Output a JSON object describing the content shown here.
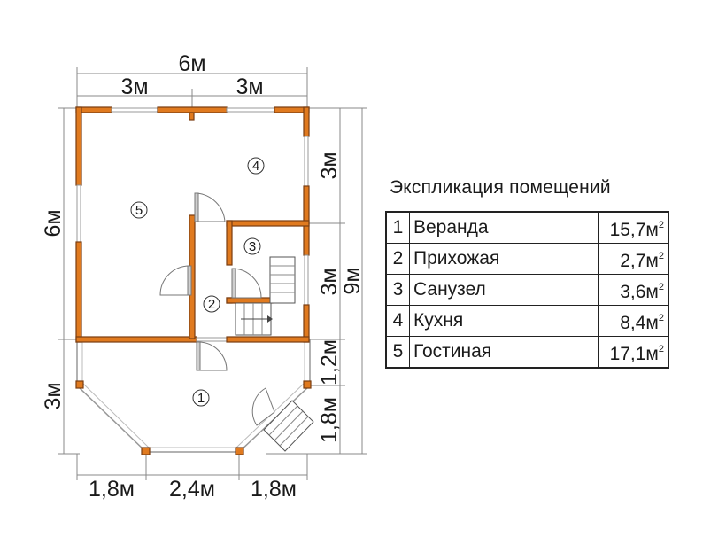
{
  "dimensions": {
    "top_total": "6м",
    "top_left": "3м",
    "top_right": "3м",
    "left_house": "6м",
    "left_veranda": "3м",
    "right_upper": "3м",
    "right_middle": "3м",
    "right_total": "9м",
    "right_step1": "1,2м",
    "right_step2": "1,8м",
    "bottom_left": "1,8м",
    "bottom_middle": "2,4м",
    "bottom_right": "1,8м"
  },
  "rooms": [
    {
      "number": "1",
      "name": "Веранда",
      "area": "15,7м",
      "unit_exp": "2"
    },
    {
      "number": "2",
      "name": "Прихожая",
      "area": "2,7м",
      "unit_exp": "2"
    },
    {
      "number": "3",
      "name": "Санузел",
      "area": "3,6м",
      "unit_exp": "2"
    },
    {
      "number": "4",
      "name": "Кухня",
      "area": "8,4м",
      "unit_exp": "2"
    },
    {
      "number": "5",
      "name": "Гостиная",
      "area": "17,1м",
      "unit_exp": "2"
    }
  ],
  "legend": {
    "title": "Экспликация помещений"
  },
  "colors": {
    "wall": "#e07a1f",
    "lines": "#888888"
  }
}
